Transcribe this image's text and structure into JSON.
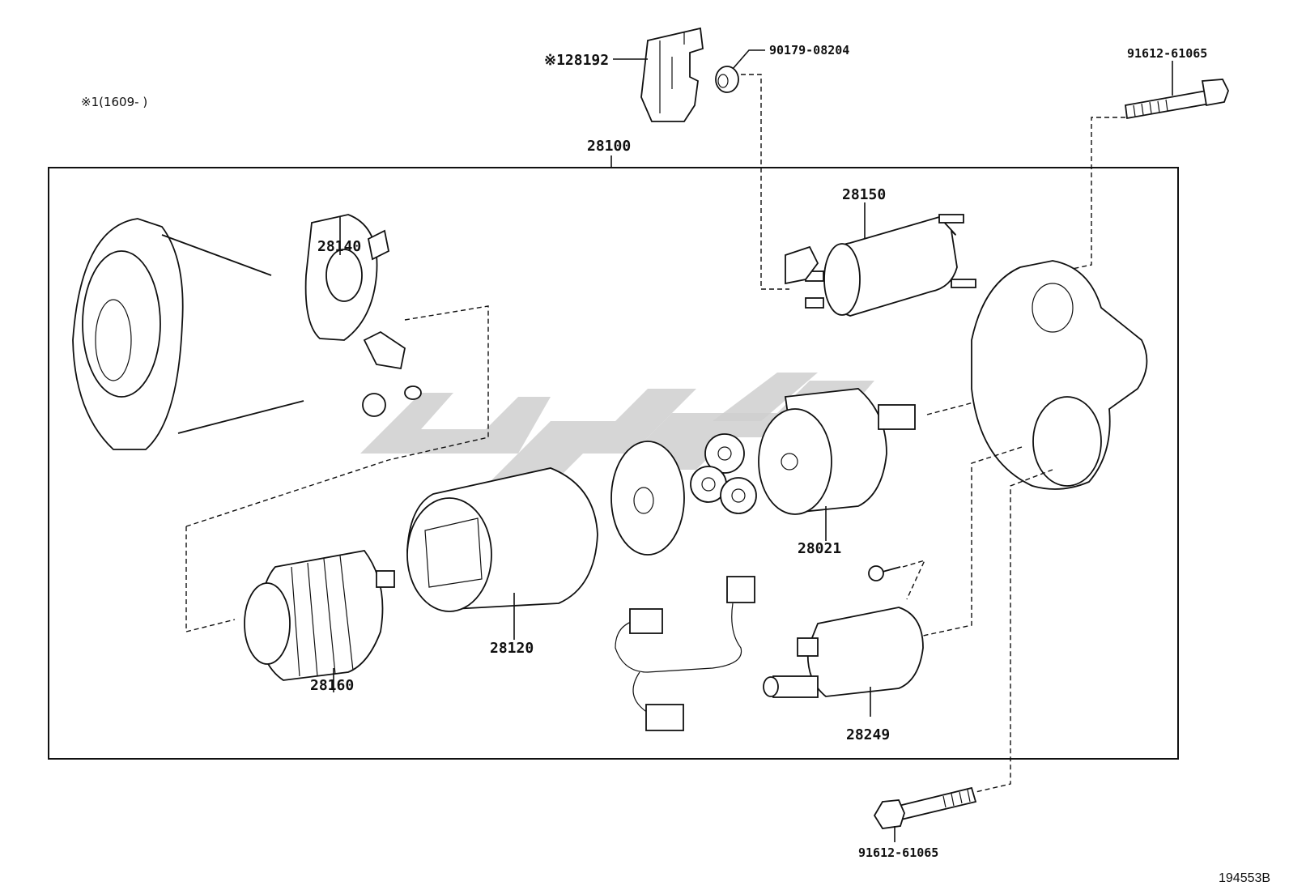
{
  "note": {
    "text": "※1(1609-    )"
  },
  "assembly": {
    "label": "28100"
  },
  "parts": {
    "p28192": "※128192",
    "p90179": "90179-08204",
    "p91612_top": "91612-61065",
    "p28150": "28150",
    "p28140": "28140",
    "p28021": "28021",
    "p28120": "28120",
    "p28160": "28160",
    "p28249": "28249",
    "p91612_bottom": "91612-61065"
  },
  "diagram_ref": "194553B"
}
